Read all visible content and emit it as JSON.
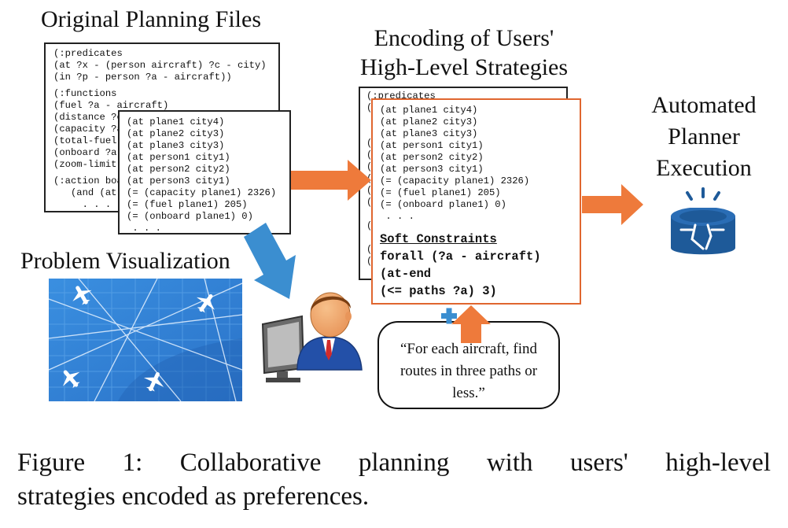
{
  "headings": {
    "original_files": "Original Planning Files",
    "encoding_line1": "Encoding of Users'",
    "encoding_line2": "High-Level Strategies",
    "planner_line1": "Automated",
    "planner_line2": "Planner",
    "planner_line3": "Execution",
    "problem_viz": "Problem Visualization"
  },
  "domain_file_lines": [
    "(:predicates",
    "(at ?x - (person aircraft) ?c - city)",
    "(in ?p - person ?a - aircraft))",
    "",
    "(:functions",
    "(fuel ?a - aircraft)",
    "(distance ?c",
    "(capacity ?a",
    "(total-fuel-",
    "(onboard ?a",
    "(zoom-limit",
    "",
    "(:action boa",
    "   (and (at",
    "     . . ."
  ],
  "problem_file_lines": [
    "(at plane1 city4)",
    "(at plane2 city3)",
    "(at plane3 city3)",
    "(at person1 city1)",
    "(at person2 city2)",
    "(at person3 city1)",
    "(= (capacity plane1) 2326)",
    "(= (fuel plane1) 205)",
    "(= (onboard plane1) 0)",
    " . . ."
  ],
  "encoded_back_header": "(:predicates",
  "encoded_lines": [
    "(at plane1 city4)",
    "(at plane2 city3)",
    "(at plane3 city3)",
    "(at person1 city1)",
    "(at person2 city2)",
    "(at person3 city1)",
    "(= (capacity plane1) 2326)",
    "(= (fuel plane1) 205)",
    "(= (onboard plane1) 0)",
    " . . ."
  ],
  "soft_constraints": {
    "title": "Soft Constraints",
    "lines": [
      "forall (?a - aircraft)",
      "(at-end",
      "(<= paths ?a) 3)"
    ]
  },
  "speech_bubble": "“For each aircraft, find routes in three paths or less.”",
  "caption_line1": "Figure 1: Collaborative planning with users' high-level",
  "caption_line2": "strategies encoded as preferences.",
  "colors": {
    "arrow_orange": "#ee7a3b",
    "arrow_blue": "#3b8ed0",
    "map_blue": "#2f7fd6",
    "planner_icon": "#1e5a99"
  },
  "icons": [
    "airplane-icon",
    "user-at-computer-icon",
    "plus-icon",
    "planner-icon"
  ]
}
